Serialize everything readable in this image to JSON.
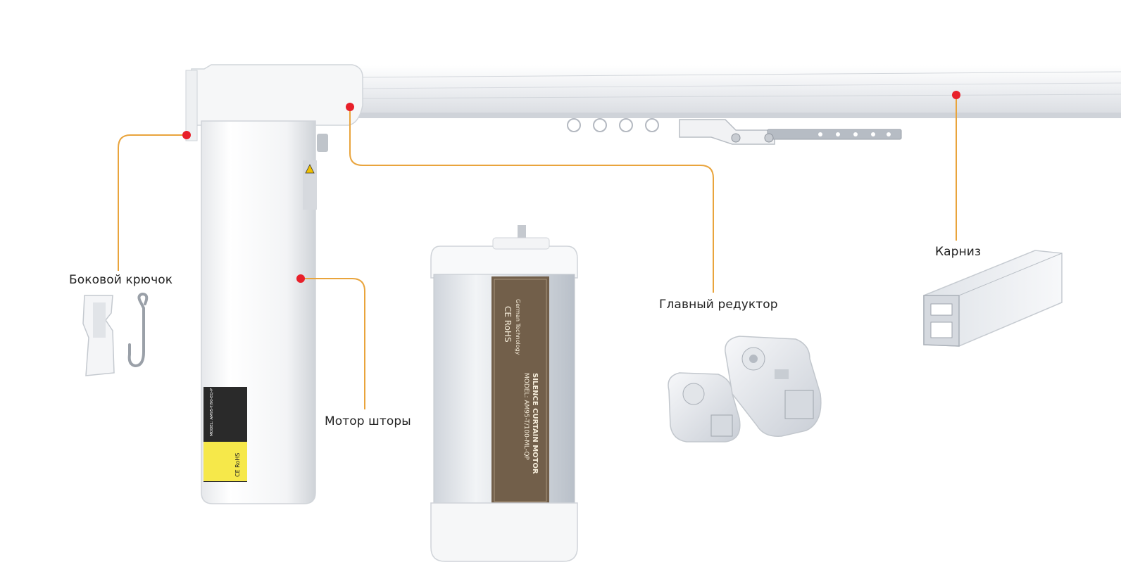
{
  "labels": {
    "side_hook": "Боковой крючок",
    "curtain_motor": "Мотор шторы",
    "main_gearbox": "Главный редуктор",
    "cornice": "Карниз"
  },
  "motor_box": {
    "line1": "SILENCE CURTAIN MOTOR",
    "line2": "MODEL: AM95-T/100-ML-QP",
    "line3": "German Technology",
    "marks": "CE RoHS"
  },
  "motor_sticker": {
    "model": "MODEL: AM95-T/90-EQ-P",
    "marks": "CE RoHS"
  },
  "colors": {
    "leader_line": "#e9a43c",
    "marker": "#e8202a",
    "rail": "#f1f2f4",
    "box_label": "#7a6a55"
  }
}
